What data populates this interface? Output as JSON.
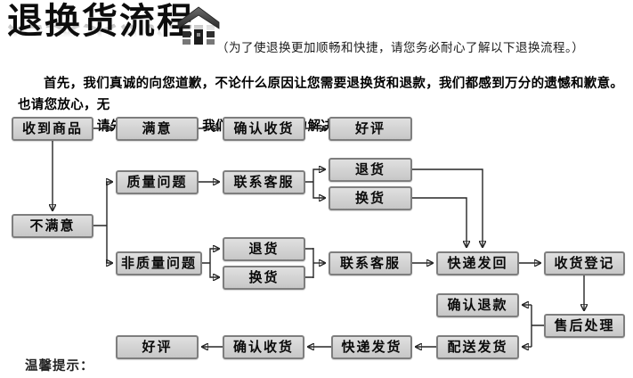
{
  "header": {
    "title": "退换货流程",
    "subtitle": "（为了使退换更加顺畅和快捷，请您务必耐心了解以下退换流程。）"
  },
  "intro": {
    "line1": "首先，我们真诚的向您道歉，不论什么原因让您需要退换货和退款，我们都感到万分的遗憾和歉意。也请您放心，无",
    "line2": "论什么问题，请先于我们沟通，我们会尽最大努力解决问题：）"
  },
  "footer": {
    "tips_label": "温馨提示："
  },
  "colors": {
    "background": "#ffffff",
    "box_fill": "#d2d2d2",
    "box_border": "#7e7e7e",
    "connector": "#262626",
    "title": "#0d0d0d"
  },
  "flow": {
    "nodes": [
      {
        "id": "received-goods",
        "label": "收到商品"
      },
      {
        "id": "satisfied",
        "label": "满意"
      },
      {
        "id": "confirm-receipt-top",
        "label": "确认收货"
      },
      {
        "id": "good-review-top",
        "label": "好评"
      },
      {
        "id": "quality-issue",
        "label": "质量问题"
      },
      {
        "id": "contact-service-quality",
        "label": "联系客服"
      },
      {
        "id": "return-goods-quality",
        "label": "退货"
      },
      {
        "id": "exchange-goods-quality",
        "label": "换货"
      },
      {
        "id": "not-satisfied",
        "label": "不满意"
      },
      {
        "id": "non-quality-issue",
        "label": "非质量问题"
      },
      {
        "id": "return-goods-nonquality",
        "label": "退货"
      },
      {
        "id": "exchange-goods-nonquality",
        "label": "换货"
      },
      {
        "id": "contact-service-nonquality",
        "label": "联系客服"
      },
      {
        "id": "express-send-back",
        "label": "快递发回"
      },
      {
        "id": "receipt-registration",
        "label": "收货登记"
      },
      {
        "id": "after-sales-processing",
        "label": "售后处理"
      },
      {
        "id": "confirm-refund",
        "label": "确认退款"
      },
      {
        "id": "dispatch-shipping",
        "label": "配送发货"
      },
      {
        "id": "express-shipping",
        "label": "快递发货"
      },
      {
        "id": "confirm-receipt-bottom",
        "label": "确认收货"
      },
      {
        "id": "good-review-bottom",
        "label": "好评"
      }
    ],
    "edges": [
      {
        "from": "received-goods",
        "to": "satisfied"
      },
      {
        "from": "satisfied",
        "to": "confirm-receipt-top"
      },
      {
        "from": "confirm-receipt-top",
        "to": "good-review-top"
      },
      {
        "from": "received-goods",
        "to": "not-satisfied"
      },
      {
        "from": "not-satisfied",
        "to": "quality-issue"
      },
      {
        "from": "not-satisfied",
        "to": "non-quality-issue"
      },
      {
        "from": "quality-issue",
        "to": "contact-service-quality"
      },
      {
        "from": "contact-service-quality",
        "to": "return-goods-quality"
      },
      {
        "from": "contact-service-quality",
        "to": "exchange-goods-quality"
      },
      {
        "from": "return-goods-quality",
        "to": "express-send-back"
      },
      {
        "from": "exchange-goods-quality",
        "to": "express-send-back"
      },
      {
        "from": "non-quality-issue",
        "to": "return-goods-nonquality"
      },
      {
        "from": "non-quality-issue",
        "to": "exchange-goods-nonquality"
      },
      {
        "from": "return-goods-nonquality",
        "to": "contact-service-nonquality"
      },
      {
        "from": "exchange-goods-nonquality",
        "to": "contact-service-nonquality"
      },
      {
        "from": "contact-service-nonquality",
        "to": "express-send-back"
      },
      {
        "from": "express-send-back",
        "to": "receipt-registration"
      },
      {
        "from": "receipt-registration",
        "to": "after-sales-processing"
      },
      {
        "from": "after-sales-processing",
        "to": "confirm-refund"
      },
      {
        "from": "after-sales-processing",
        "to": "dispatch-shipping"
      },
      {
        "from": "dispatch-shipping",
        "to": "express-shipping"
      },
      {
        "from": "express-shipping",
        "to": "confirm-receipt-bottom"
      },
      {
        "from": "confirm-receipt-bottom",
        "to": "good-review-bottom"
      }
    ]
  }
}
